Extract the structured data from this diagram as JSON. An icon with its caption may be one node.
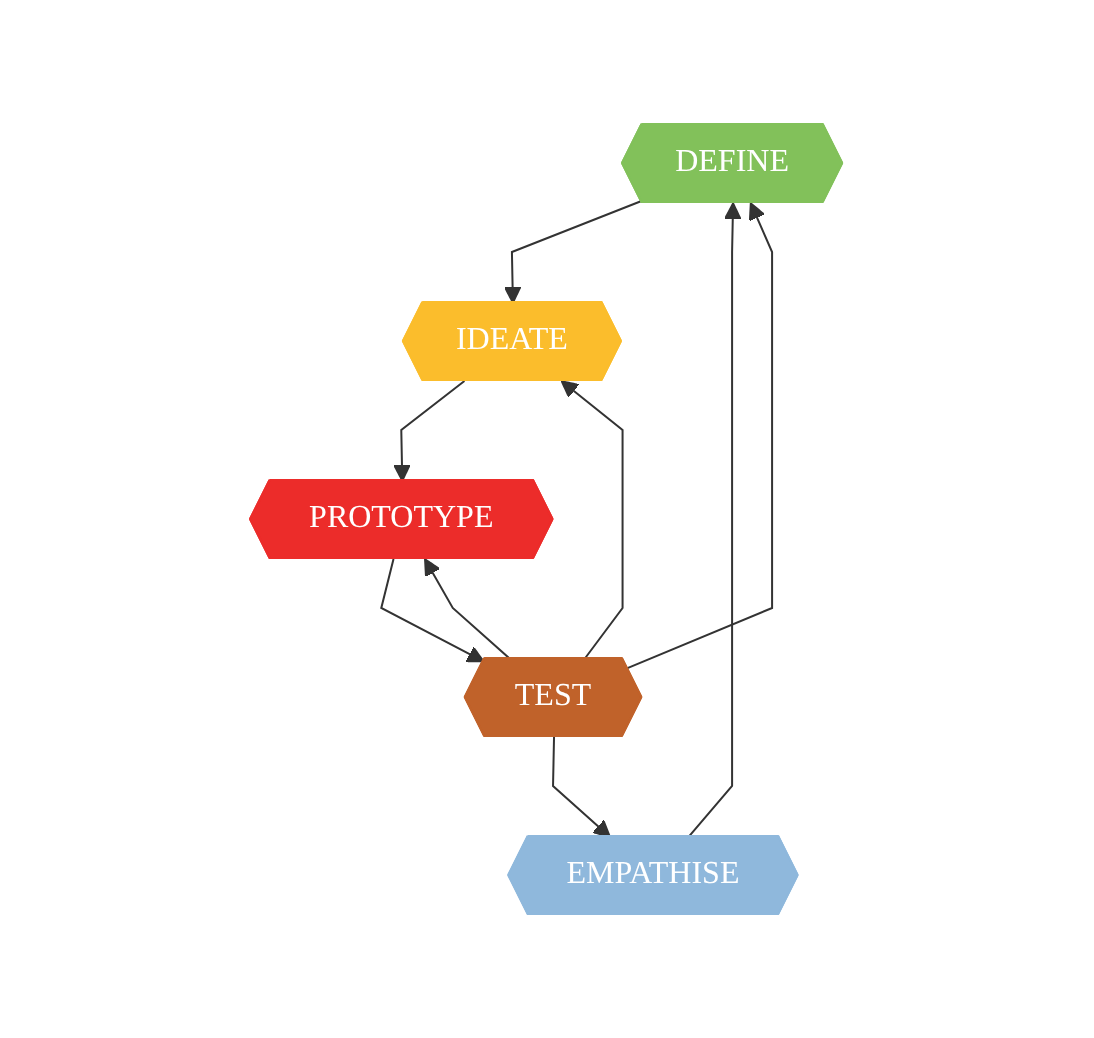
{
  "diagram": {
    "nodes": [
      {
        "text": [
          "DEFINE"
        ]
      },
      {
        "text": [
          "EMPATHISE"
        ]
      },
      {
        "text": [
          "IDEATE"
        ]
      },
      {
        "text": [
          "TEST"
        ]
      },
      {
        "text": [
          "PROTOTYPE"
        ]
      }
    ],
    "edges": [
      {
        "from": 1,
        "to": 0,
        "arrow": "to"
      },
      {
        "from": 0,
        "to": 2,
        "arrow": "to"
      },
      {
        "from": 2,
        "to": 4,
        "arrow": "to"
      },
      {
        "from": 4,
        "to": 3,
        "arrow": "to"
      },
      {
        "from": 3,
        "to": 1,
        "arrow": "to"
      },
      {
        "from": 3,
        "to": 0,
        "arrow": "to"
      },
      {
        "from": 3,
        "to": 2,
        "arrow": "to"
      },
      {
        "from": 3,
        "to": 4,
        "arrow": "to"
      }
    ]
  }
}
